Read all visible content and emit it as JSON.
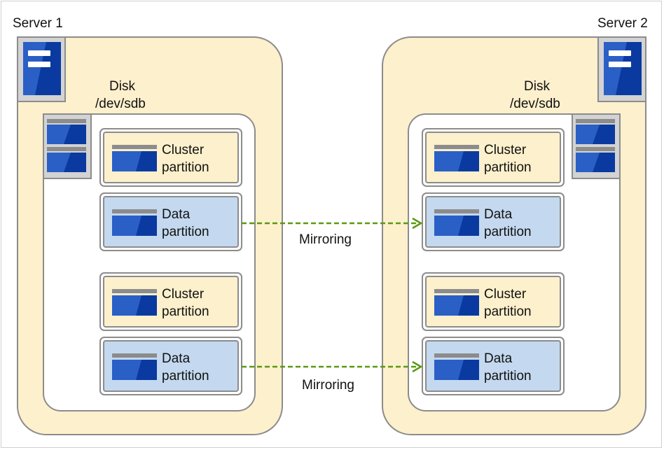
{
  "servers": [
    {
      "label": "Server 1",
      "disk": {
        "label_line1": "Disk",
        "label_line2": "/dev/sdb",
        "partitions": [
          {
            "type": "cluster",
            "line1": "Cluster",
            "line2": "partition"
          },
          {
            "type": "data",
            "line1": "Data",
            "line2": "partition"
          },
          {
            "type": "cluster",
            "line1": "Cluster",
            "line2": "partition"
          },
          {
            "type": "data",
            "line1": "Data",
            "line2": "partition"
          }
        ]
      }
    },
    {
      "label": "Server 2",
      "disk": {
        "label_line1": "Disk",
        "label_line2": "/dev/sdb",
        "partitions": [
          {
            "type": "cluster",
            "line1": "Cluster",
            "line2": "partition"
          },
          {
            "type": "data",
            "line1": "Data",
            "line2": "partition"
          },
          {
            "type": "cluster",
            "line1": "Cluster",
            "line2": "partition"
          },
          {
            "type": "data",
            "line1": "Data",
            "line2": "partition"
          }
        ]
      }
    }
  ],
  "mirrors": [
    {
      "label": "Mirroring"
    },
    {
      "label": "Mirroring"
    }
  ],
  "colors": {
    "server_fill": "#fdf0cc",
    "cluster_fill": "#fdf0cc",
    "data_fill": "#c4d9ef",
    "icon_blue": "#2a5fc6",
    "icon_dark": "#0a3aa0",
    "outline": "#8c8c8c",
    "arrow": "#5a9a12"
  },
  "icons": {
    "server": "server-icon",
    "disk": "disk-stack-icon",
    "partition": "partition-drive-icon",
    "arrow": "mirroring-arrow"
  }
}
